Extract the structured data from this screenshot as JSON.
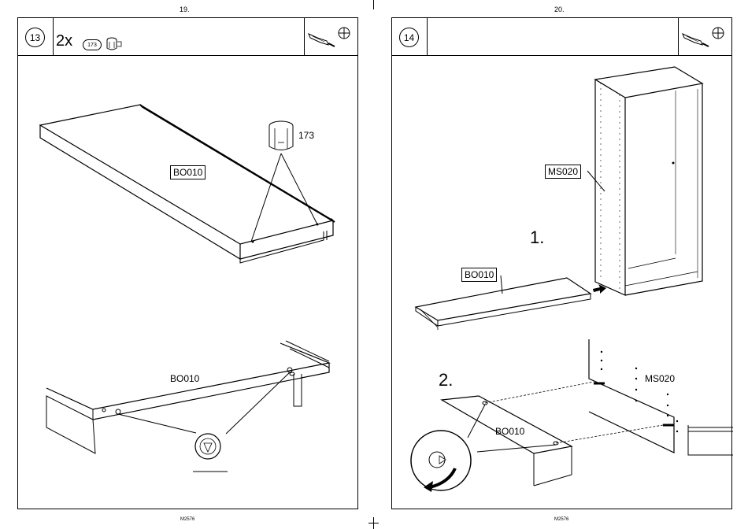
{
  "pages": {
    "left": {
      "page_number": "19.",
      "step": "13",
      "quantity": "2x",
      "part_pill": "173",
      "labels": {
        "cam_part": "173",
        "panel_boxed": "BO010",
        "panel_detail": "BO010"
      },
      "tool_icons": [
        "screwdriver-icon",
        "phillips-head-icon"
      ],
      "footer": "M2576"
    },
    "right": {
      "page_number": "20.",
      "step": "14",
      "labels": {
        "frame": "MS020",
        "panel_boxed": "BO010",
        "substep1": "1.",
        "substep2": "2.",
        "frame_detail": "MS020",
        "panel_detail": "BO010"
      },
      "tool_icons": [
        "screwdriver-icon",
        "phillips-head-icon"
      ],
      "footer": "M2576"
    }
  }
}
